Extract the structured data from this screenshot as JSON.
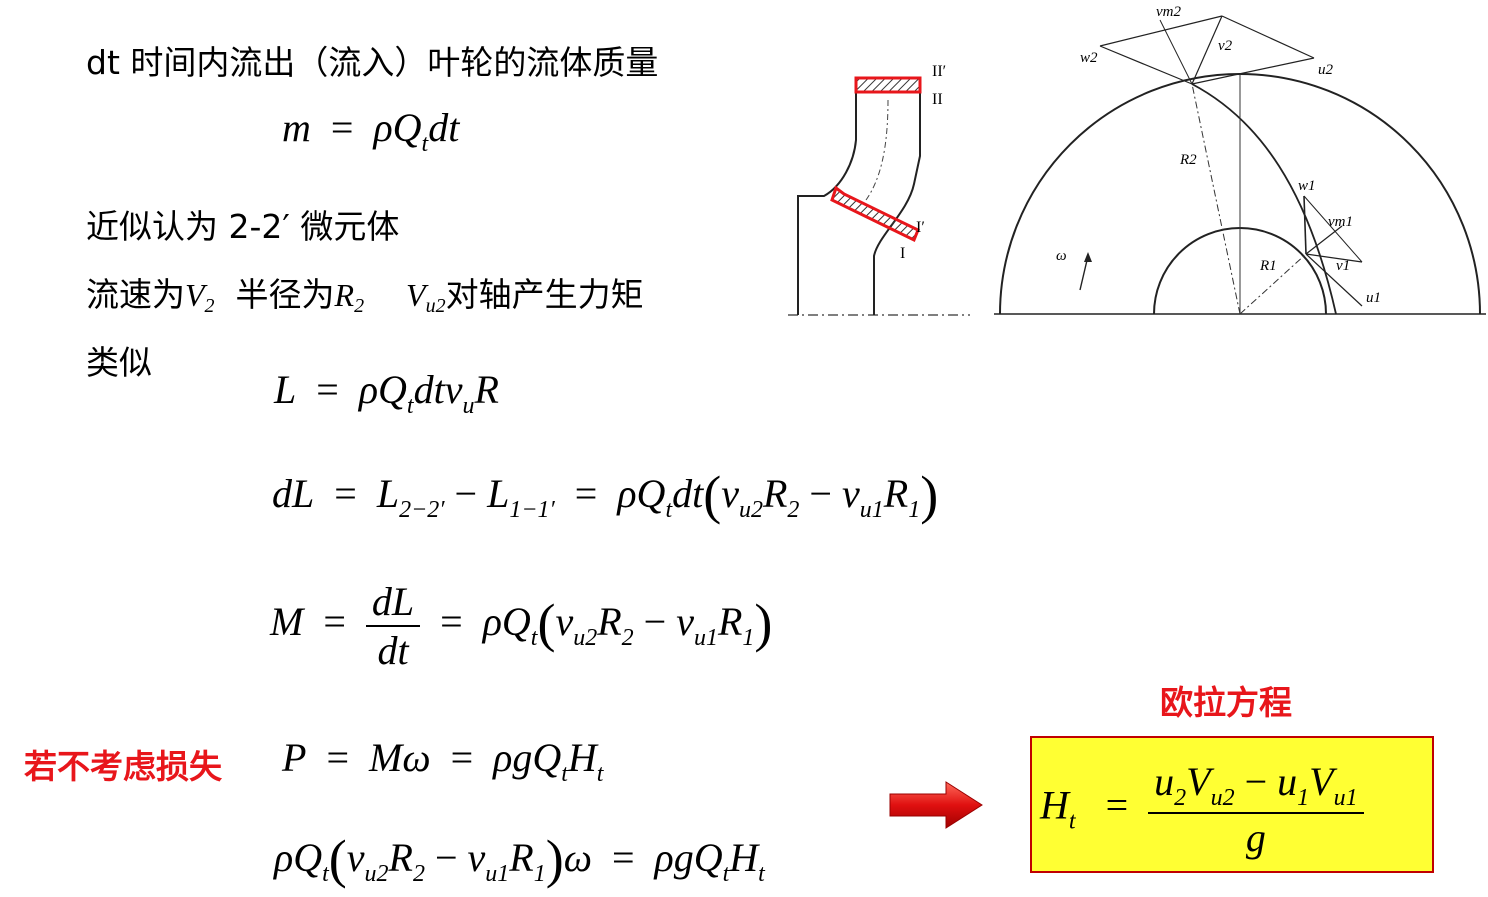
{
  "text": {
    "line1": "dt 时间内流出（流入）叶轮的流体质量",
    "line_approx": "近似认为 2-2′ 微元体",
    "line_flow_a": "流速为",
    "line_flow_b": "半径为",
    "line_flow_c": "对轴产生力矩",
    "line_similar": "类似",
    "no_loss": "若不考虑损失",
    "euler_title": "欧拉方程"
  },
  "math": {
    "v2": "V2",
    "r2": "R2",
    "vu2": "Vu2",
    "eq_mass": "m = ρQtdt",
    "eq_L": "L = ρQtdtvuR",
    "eq_dL": "dL = L2−2′ − L1−1′ = ρQtdt(vu2R2 − vu1R1)",
    "eq_M": "M = dL/dt = ρQt(vu2R2 − vu1R1)",
    "eq_P": "P = Mω = ρgQtHt",
    "eq_power": "ρQt(vu2R2 − vu1R1)ω = ρgQtHt",
    "eq_euler": "Ht = (u2Vu2 − u1Vu1)/g"
  },
  "figure_labels": {
    "section_2p": "II′",
    "section_2": "II",
    "section_1p": "I′",
    "section_1": "I",
    "vm2": "vm2",
    "w2": "w2",
    "v2": "v2",
    "u2": "u2",
    "R2": "R2",
    "w1": "w1",
    "vm1": "vm1",
    "v1": "v1",
    "R1": "R1",
    "u1": "u1",
    "omega": "ω"
  },
  "colors": {
    "accent_red": "#e8161b",
    "box_fill": "#ffff33",
    "box_border": "#c00000"
  }
}
